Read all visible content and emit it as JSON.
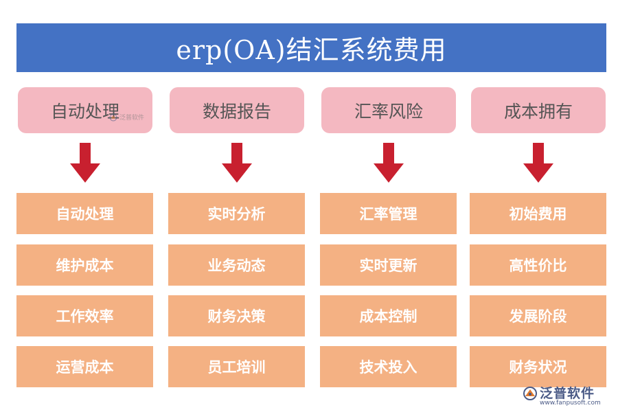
{
  "title": "erp(OA)结汇系统费用",
  "colors": {
    "title_bg": "#4472c4",
    "header_bg": "#f4b8c1",
    "item_bg": "#f4b183",
    "arrow": "#c8202f"
  },
  "columns": [
    {
      "header": "自动处理",
      "items": [
        "自动处理",
        "维护成本",
        "工作效率",
        "运营成本"
      ]
    },
    {
      "header": "数据报告",
      "items": [
        "实时分析",
        "业务动态",
        "财务决策",
        "员工培训"
      ]
    },
    {
      "header": "汇率风险",
      "items": [
        "汇率管理",
        "实时更新",
        "成本控制",
        "技术投入"
      ]
    },
    {
      "header": "成本拥有",
      "items": [
        "初始费用",
        "高性价比",
        "发展阶段",
        "财务状况"
      ]
    }
  ],
  "watermark": {
    "brand": "泛普软件",
    "url": "www.fanpusoft.com",
    "small_text": "泛普软件",
    "icon": "fanpu-logo-icon"
  }
}
